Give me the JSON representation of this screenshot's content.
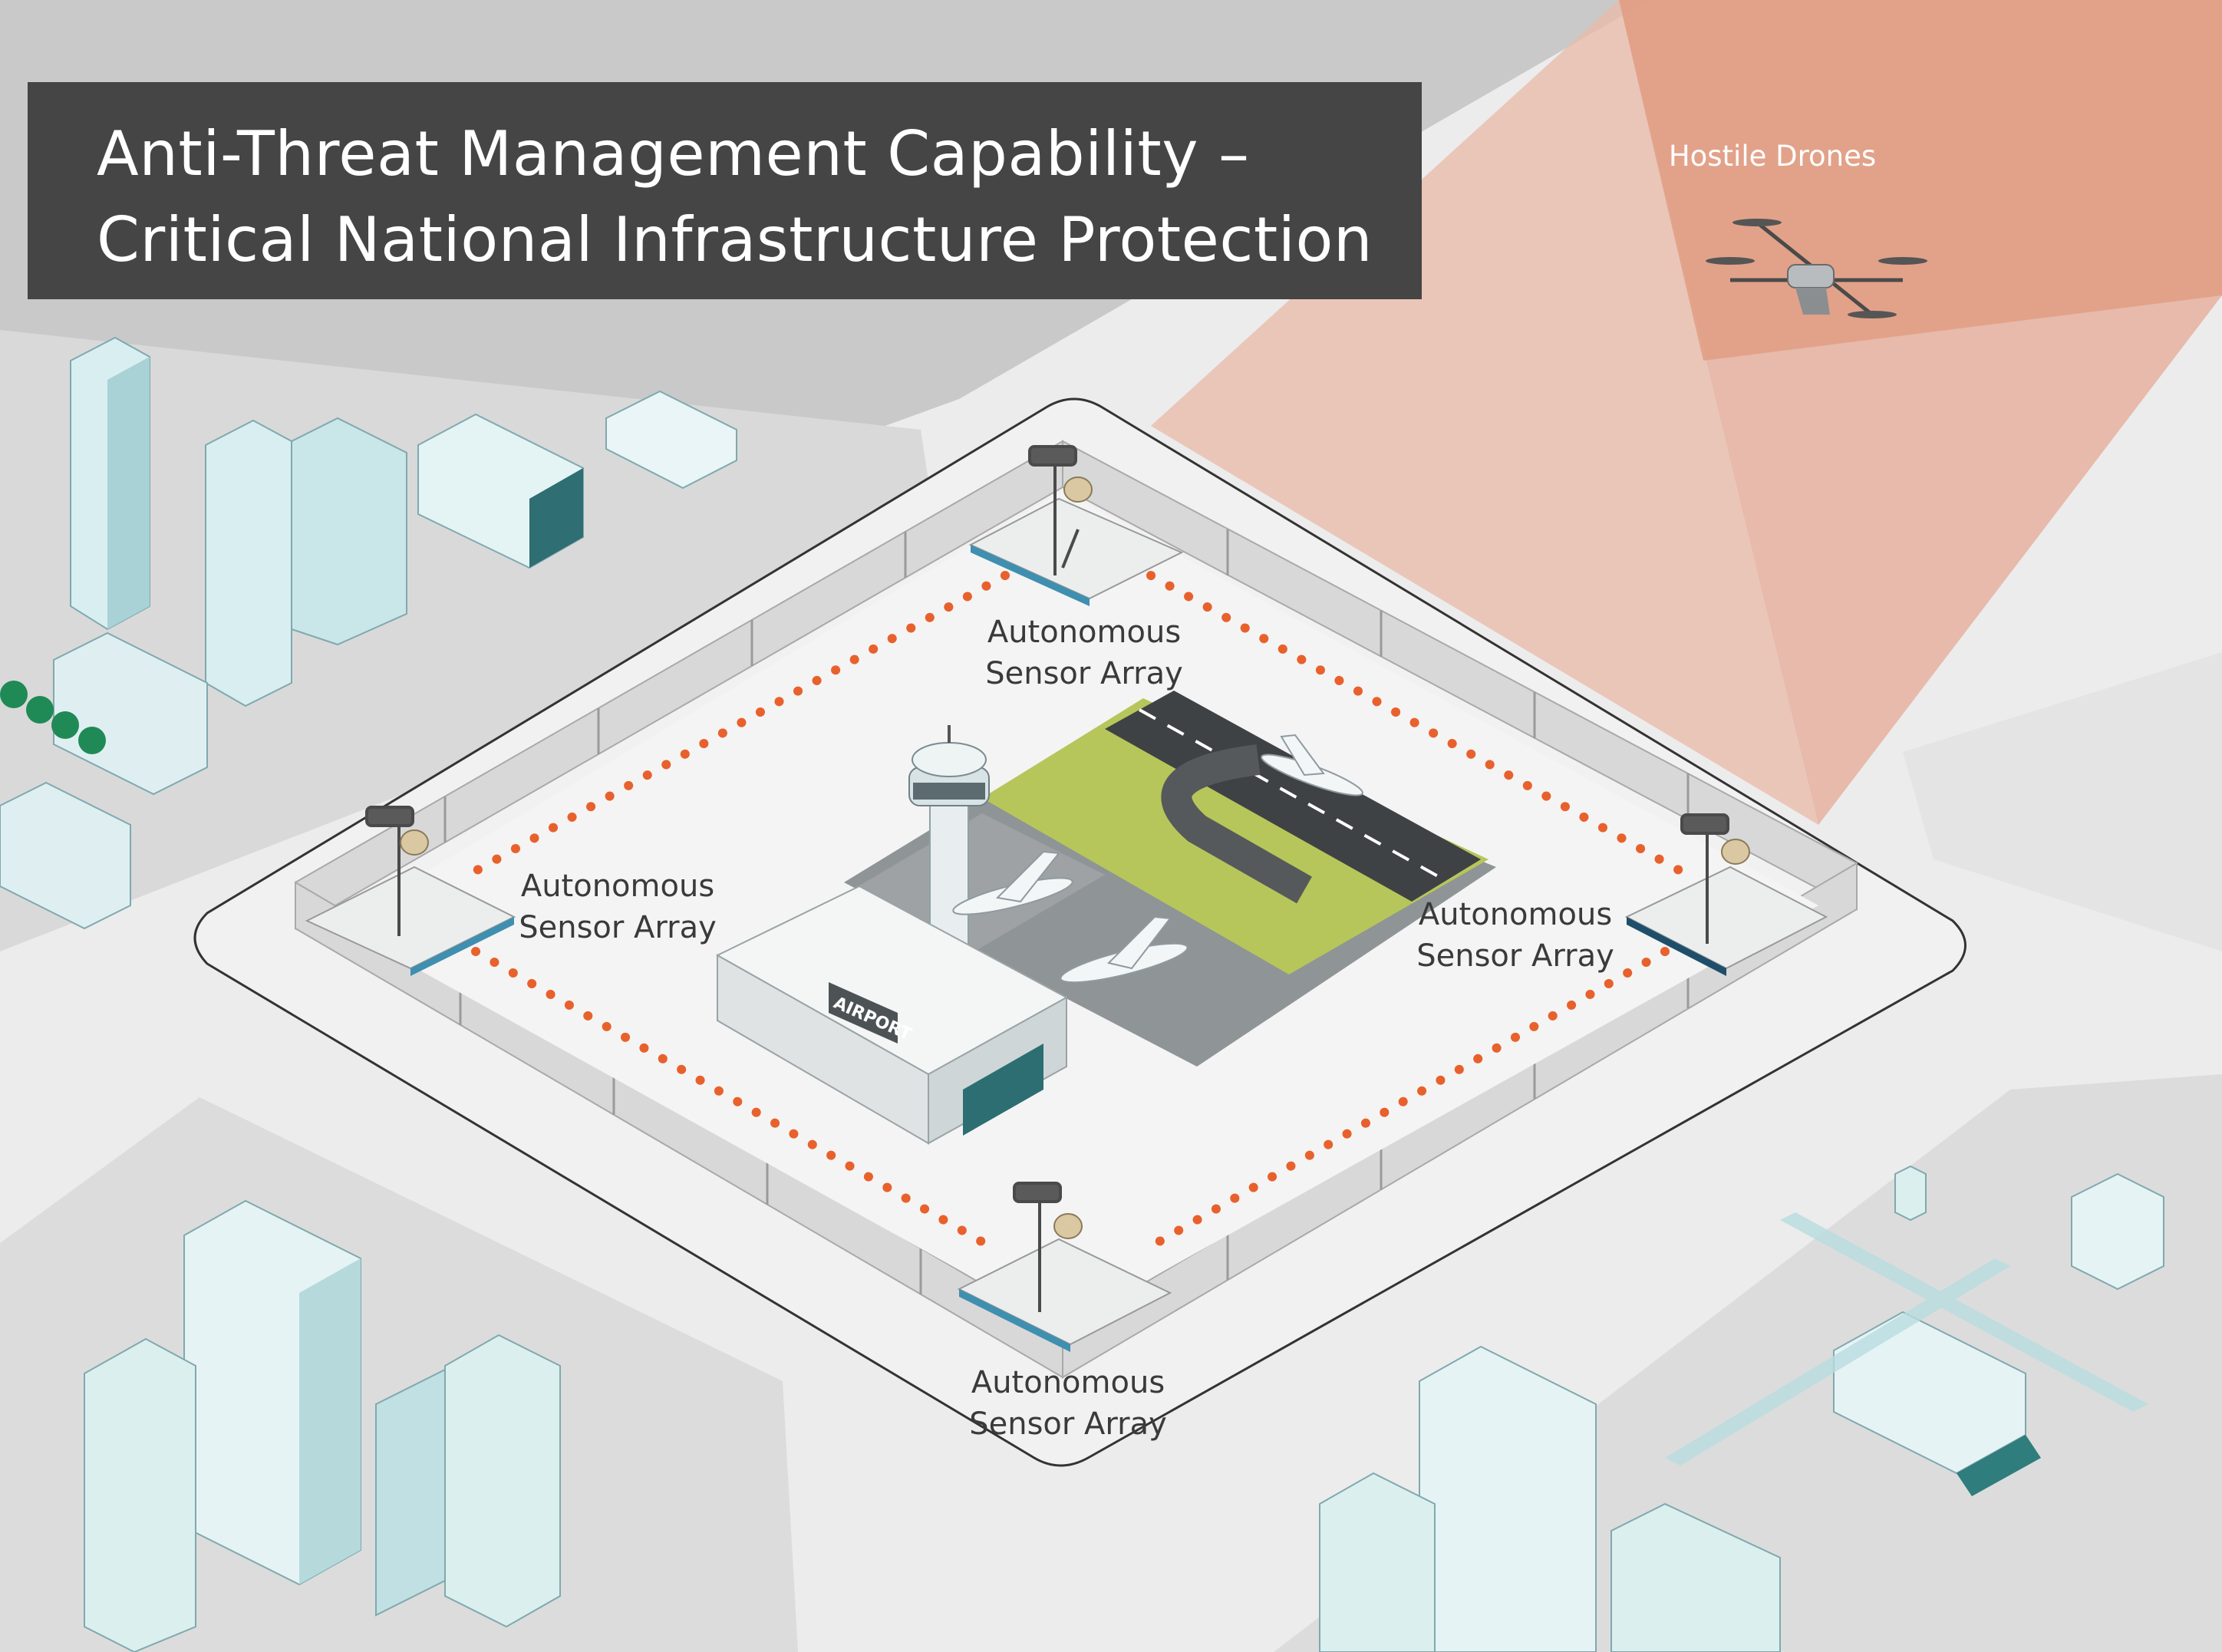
{
  "title": {
    "line1": "Anti-Threat Management Capability –",
    "line2": "Critical National Infrastructure Protection"
  },
  "threat": {
    "label": "Hostile Drones"
  },
  "sensors": [
    {
      "line1": "Autonomous",
      "line2": "Sensor Array"
    },
    {
      "line1": "Autonomous",
      "line2": "Sensor Array"
    },
    {
      "line1": "Autonomous",
      "line2": "Sensor Array"
    },
    {
      "line1": "Autonomous",
      "line2": "Sensor Array"
    }
  ],
  "airport": {
    "sign": "AIRPORT"
  },
  "colors": {
    "background": "#ececec",
    "title_bar": "#454545",
    "threat_cone": "#e4a58a",
    "sensor_link": "#e8612c",
    "building": "#d5ecee",
    "building_dark": "#3f8a8c",
    "grass": "#b6c65a",
    "tarmac": "#8f9496"
  },
  "icons": [
    "drone-icon",
    "sensor-mast-icon",
    "control-tower-icon",
    "airplane-icon",
    "terminal-building-icon",
    "fence-icon",
    "tree-icon"
  ]
}
